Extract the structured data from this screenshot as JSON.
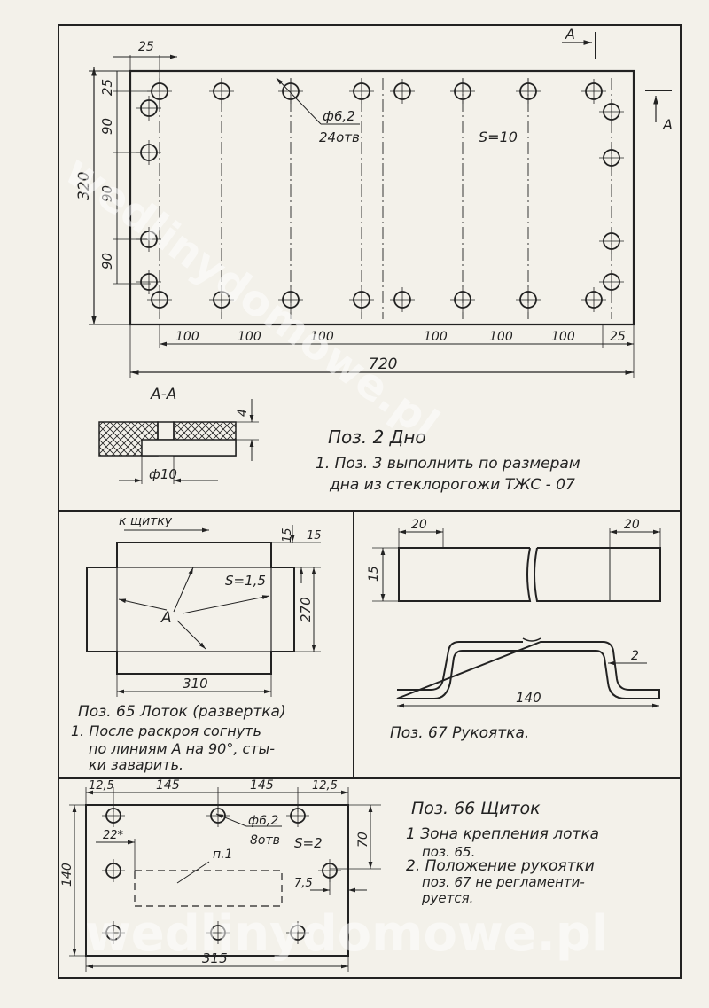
{
  "top": {
    "section_label": "A-A",
    "section_marks": [
      "A",
      "A"
    ],
    "dims": {
      "d25_top": "25",
      "d25_side": "25",
      "d90a": "90",
      "d90b": "90",
      "d90c": "90",
      "d320": "320",
      "d100": [
        "100",
        "100",
        "100",
        "100",
        "100",
        "100"
      ],
      "d25_bottom": "25",
      "d720": "720",
      "hole": "ф6,2",
      "hole_count": "24отв",
      "thickness": "S=10",
      "d4": "4",
      "d10": "ф10"
    },
    "title": "Поз. 2  Дно",
    "note_line1": "1. Поз. 3 выполнить по размерам",
    "note_line2": "дна из стеклорогожи ТЖС - 07"
  },
  "mid_left": {
    "arrow_label": "к щитку",
    "dims": {
      "d15a": "15",
      "d15b": "15",
      "d270": "270",
      "d310": "310",
      "thickness": "S=1,5"
    },
    "fold_label": "A",
    "title": "Поз. 65   Лоток (развертка)",
    "note_line1": "1. После раскроя согнуть",
    "note_line2": "по линиям  A  на 90°, сты-",
    "note_line3": "ки заварить."
  },
  "mid_right": {
    "dims": {
      "d20a": "20",
      "d20b": "20",
      "d15": "15",
      "d2": "2",
      "d140": "140"
    },
    "title": "Поз. 67   Рукоятка."
  },
  "bottom": {
    "dims": {
      "d12_5a": "12,5",
      "d145a": "145",
      "d145b": "145",
      "d12_5b": "12,5",
      "d22": "22*",
      "hole": "ф6,2",
      "hole_count": "8отв",
      "thickness": "S=2",
      "d70": "70",
      "d7_5": "7,5",
      "d140": "140",
      "d315": "315",
      "zone": "п.1"
    },
    "title": "Поз. 66   Щиток",
    "note1_line1": "1 Зона крепления лотка",
    "note1_line2": "поз. 65.",
    "note2_line1": "2. Положение рукоятки",
    "note2_line2": "поз. 67 не регламенти-",
    "note2_line3": "руется."
  },
  "watermark": "wedlinydomowe.pl"
}
